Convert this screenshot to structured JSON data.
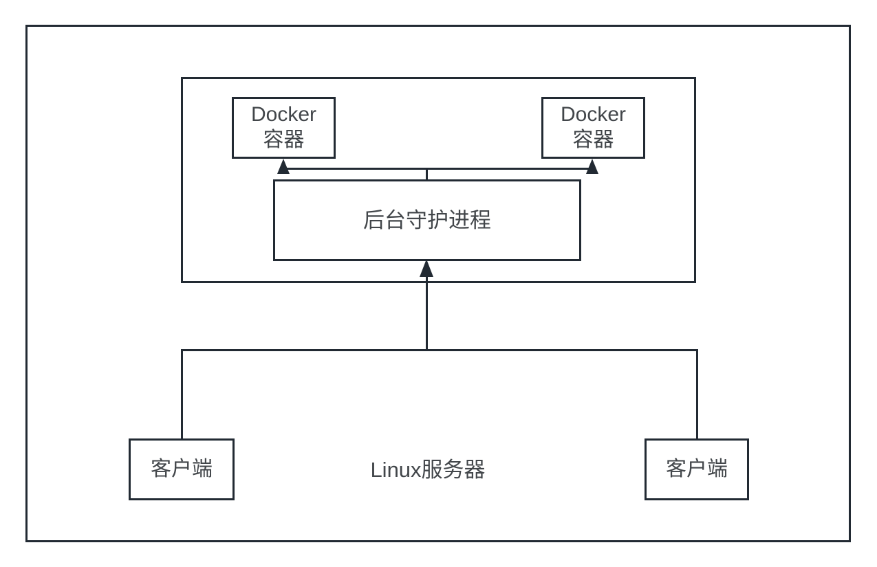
{
  "diagram": {
    "background_color": "#ffffff",
    "stroke_color": "#222a33",
    "text_color": "#42464a",
    "nodes": {
      "docker_left": {
        "line1": "Docker",
        "line2": "容器"
      },
      "docker_right": {
        "line1": "Docker",
        "line2": "容器"
      },
      "daemon": {
        "label": "后台守护进程"
      },
      "client_left": {
        "label": "客户端"
      },
      "client_right": {
        "label": "客户端"
      }
    },
    "labels": {
      "server": "Linux服务器"
    }
  }
}
